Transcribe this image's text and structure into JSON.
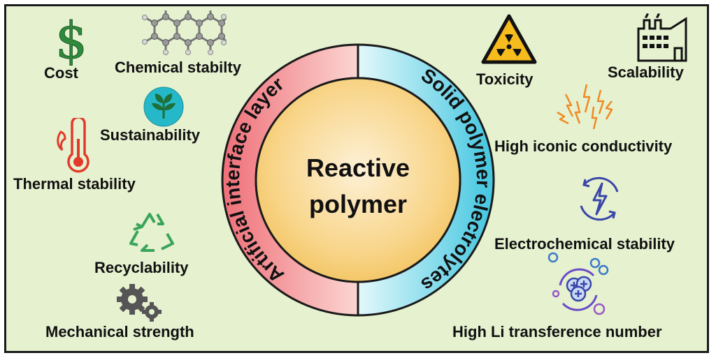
{
  "center": {
    "line1": "Reactive",
    "line2": "polymer"
  },
  "left_arc": {
    "label": "Artificial interface layer",
    "color": "#f07f86"
  },
  "right_arc": {
    "label": "Solid polymer electrolytes",
    "color": "#5fcfe6"
  },
  "core_color": "#f7cf7a",
  "left_properties": [
    {
      "label": "Cost",
      "icon": "dollar-icon"
    },
    {
      "label": "Chemical stabilty",
      "icon": "molecule-icon"
    },
    {
      "label": "Sustainability",
      "icon": "leaf-icon"
    },
    {
      "label": "Thermal stability",
      "icon": "thermometer-fire-icon"
    },
    {
      "label": "Recyclability",
      "icon": "recycle-icon"
    },
    {
      "label": "Mechanical strength",
      "icon": "gear-icon"
    }
  ],
  "right_properties": [
    {
      "label": "Toxicity",
      "icon": "radiation-icon"
    },
    {
      "label": "Scalability",
      "icon": "factory-icon"
    },
    {
      "label": "High iconic conductivity",
      "icon": "lightning-spark-icon"
    },
    {
      "label": "Electrochemical stability",
      "icon": "cycle-bolt-icon"
    },
    {
      "label": "High Li transference number",
      "icon": "ion-transfer-icon"
    }
  ]
}
